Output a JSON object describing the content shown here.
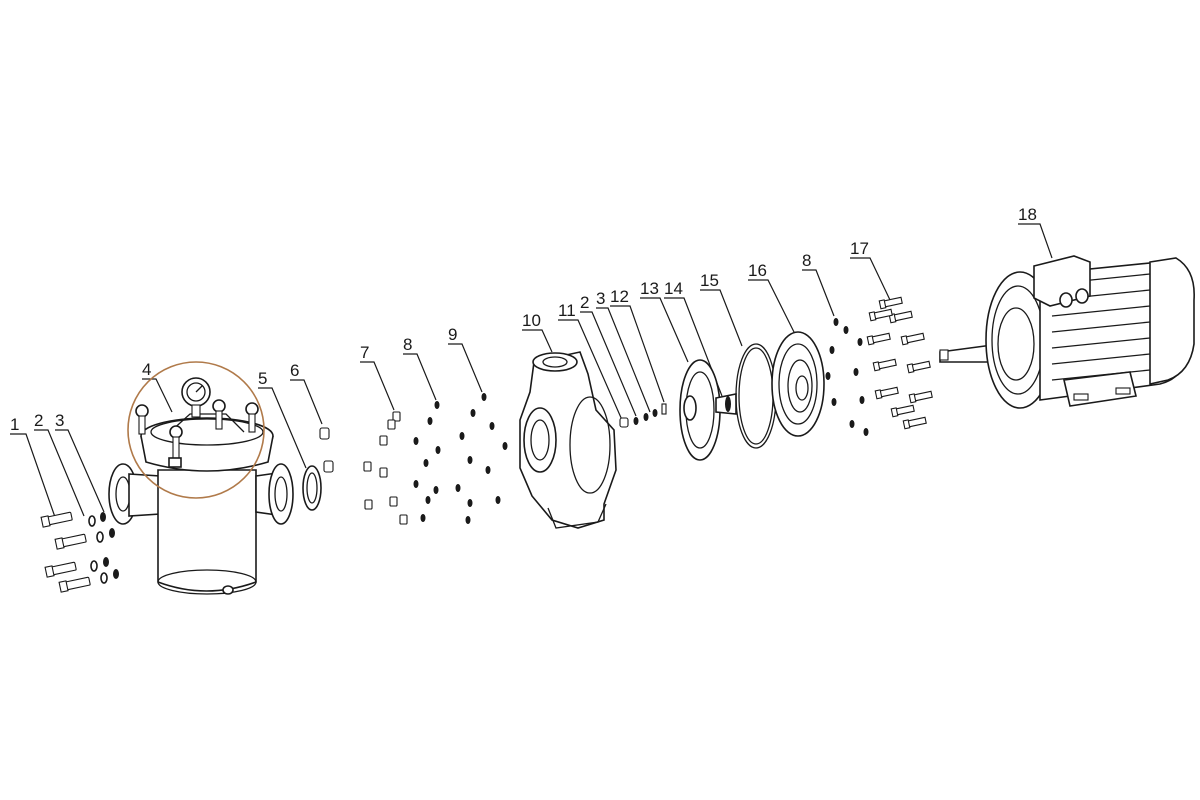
{
  "diagram": {
    "callouts": [
      {
        "id": "c1",
        "label": "1"
      },
      {
        "id": "c2a",
        "label": "2"
      },
      {
        "id": "c3a",
        "label": "3"
      },
      {
        "id": "c4",
        "label": "4"
      },
      {
        "id": "c5",
        "label": "5"
      },
      {
        "id": "c6",
        "label": "6"
      },
      {
        "id": "c7",
        "label": "7"
      },
      {
        "id": "c8a",
        "label": "8"
      },
      {
        "id": "c9",
        "label": "9"
      },
      {
        "id": "c10",
        "label": "10"
      },
      {
        "id": "c11",
        "label": "11"
      },
      {
        "id": "c2b",
        "label": "2"
      },
      {
        "id": "c3b",
        "label": "3"
      },
      {
        "id": "c12",
        "label": "12"
      },
      {
        "id": "c13",
        "label": "13"
      },
      {
        "id": "c14",
        "label": "14"
      },
      {
        "id": "c15",
        "label": "15"
      },
      {
        "id": "c16",
        "label": "16"
      },
      {
        "id": "c8b",
        "label": "8"
      },
      {
        "id": "c17",
        "label": "17"
      },
      {
        "id": "c18",
        "label": "18"
      }
    ],
    "colors": {
      "ink": "#1a1a1a",
      "highlight_circle": "#b07a4a",
      "background": "#ffffff"
    }
  }
}
